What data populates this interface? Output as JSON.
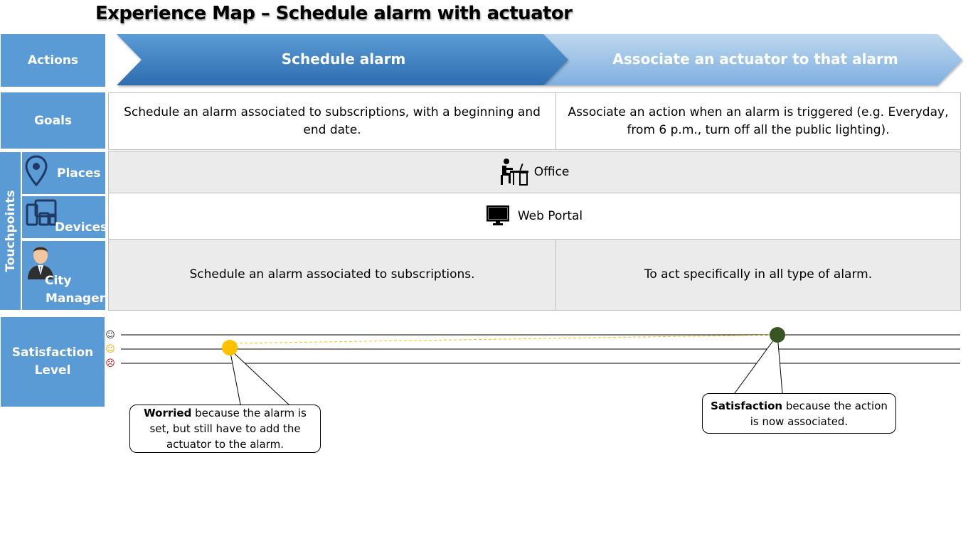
{
  "title": "Experience Map – Schedule alarm with actuator",
  "rows": {
    "actions": "Actions",
    "goals": "Goals",
    "touchpoints": "Touchpoints",
    "places": "Places",
    "devices": "Devices",
    "city_manager": [
      "City",
      "Manager"
    ],
    "satisfaction": [
      "Satisfaction",
      "Level"
    ]
  },
  "steps": [
    {
      "label": "Schedule alarm",
      "color": "#2e75b6"
    },
    {
      "label": "Associate an actuator to that alarm",
      "color": "#9dc3e6"
    }
  ],
  "goals": [
    "Schedule an alarm associated to subscriptions, with a beginning and end date.",
    "Associate an action when an alarm is triggered (e.g. Everyday, from 6 p.m., turn off all the public lighting)."
  ],
  "places": {
    "icon": "office-desk-icon",
    "label": "Office"
  },
  "devices": {
    "icon": "monitor-icon",
    "label": "Web Portal"
  },
  "city_manager_cells": [
    "Schedule an alarm associated to subscriptions.",
    "To act specifically in all type of alarm."
  ],
  "satisfaction_levels": [
    {
      "level": "happy",
      "icon": "happy-face-icon",
      "glyph": "☺",
      "color": "#333333"
    },
    {
      "level": "neutral",
      "icon": "neutral-face-icon",
      "glyph": "☺",
      "color": "#e6a800"
    },
    {
      "level": "sad",
      "icon": "sad-face-icon",
      "glyph": "☹",
      "color": "#c00000"
    }
  ],
  "satisfaction_points": [
    {
      "step": 1,
      "level": "neutral",
      "color": "#ffc000",
      "callout_bold": "Worried",
      "callout_text": " because the alarm is set, but still have to add the actuator to the alarm."
    },
    {
      "step": 2,
      "level": "happy",
      "color": "#375623",
      "callout_bold": "Satisfaction",
      "callout_text": " because the action is now associated."
    }
  ]
}
